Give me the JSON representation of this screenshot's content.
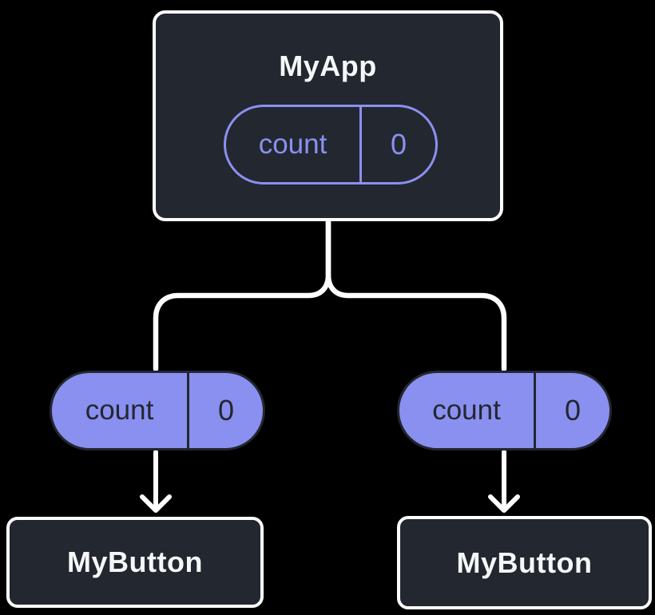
{
  "diagram": {
    "description": "Component tree diagram: parent component passing state down as props to two child components",
    "background_color": "#000000",
    "card_color": "#23272F",
    "card_border_color": "#FFFFFF",
    "accent_purple": "#8A90F0",
    "connector_color": "#FFFFFF",
    "root": {
      "title": "MyApp",
      "state_pill": {
        "label": "count",
        "value": "0"
      }
    },
    "children": [
      {
        "title": "MyButton",
        "prop_pill": {
          "label": "count",
          "value": "0"
        }
      },
      {
        "title": "MyButton",
        "prop_pill": {
          "label": "count",
          "value": "0"
        }
      }
    ]
  }
}
